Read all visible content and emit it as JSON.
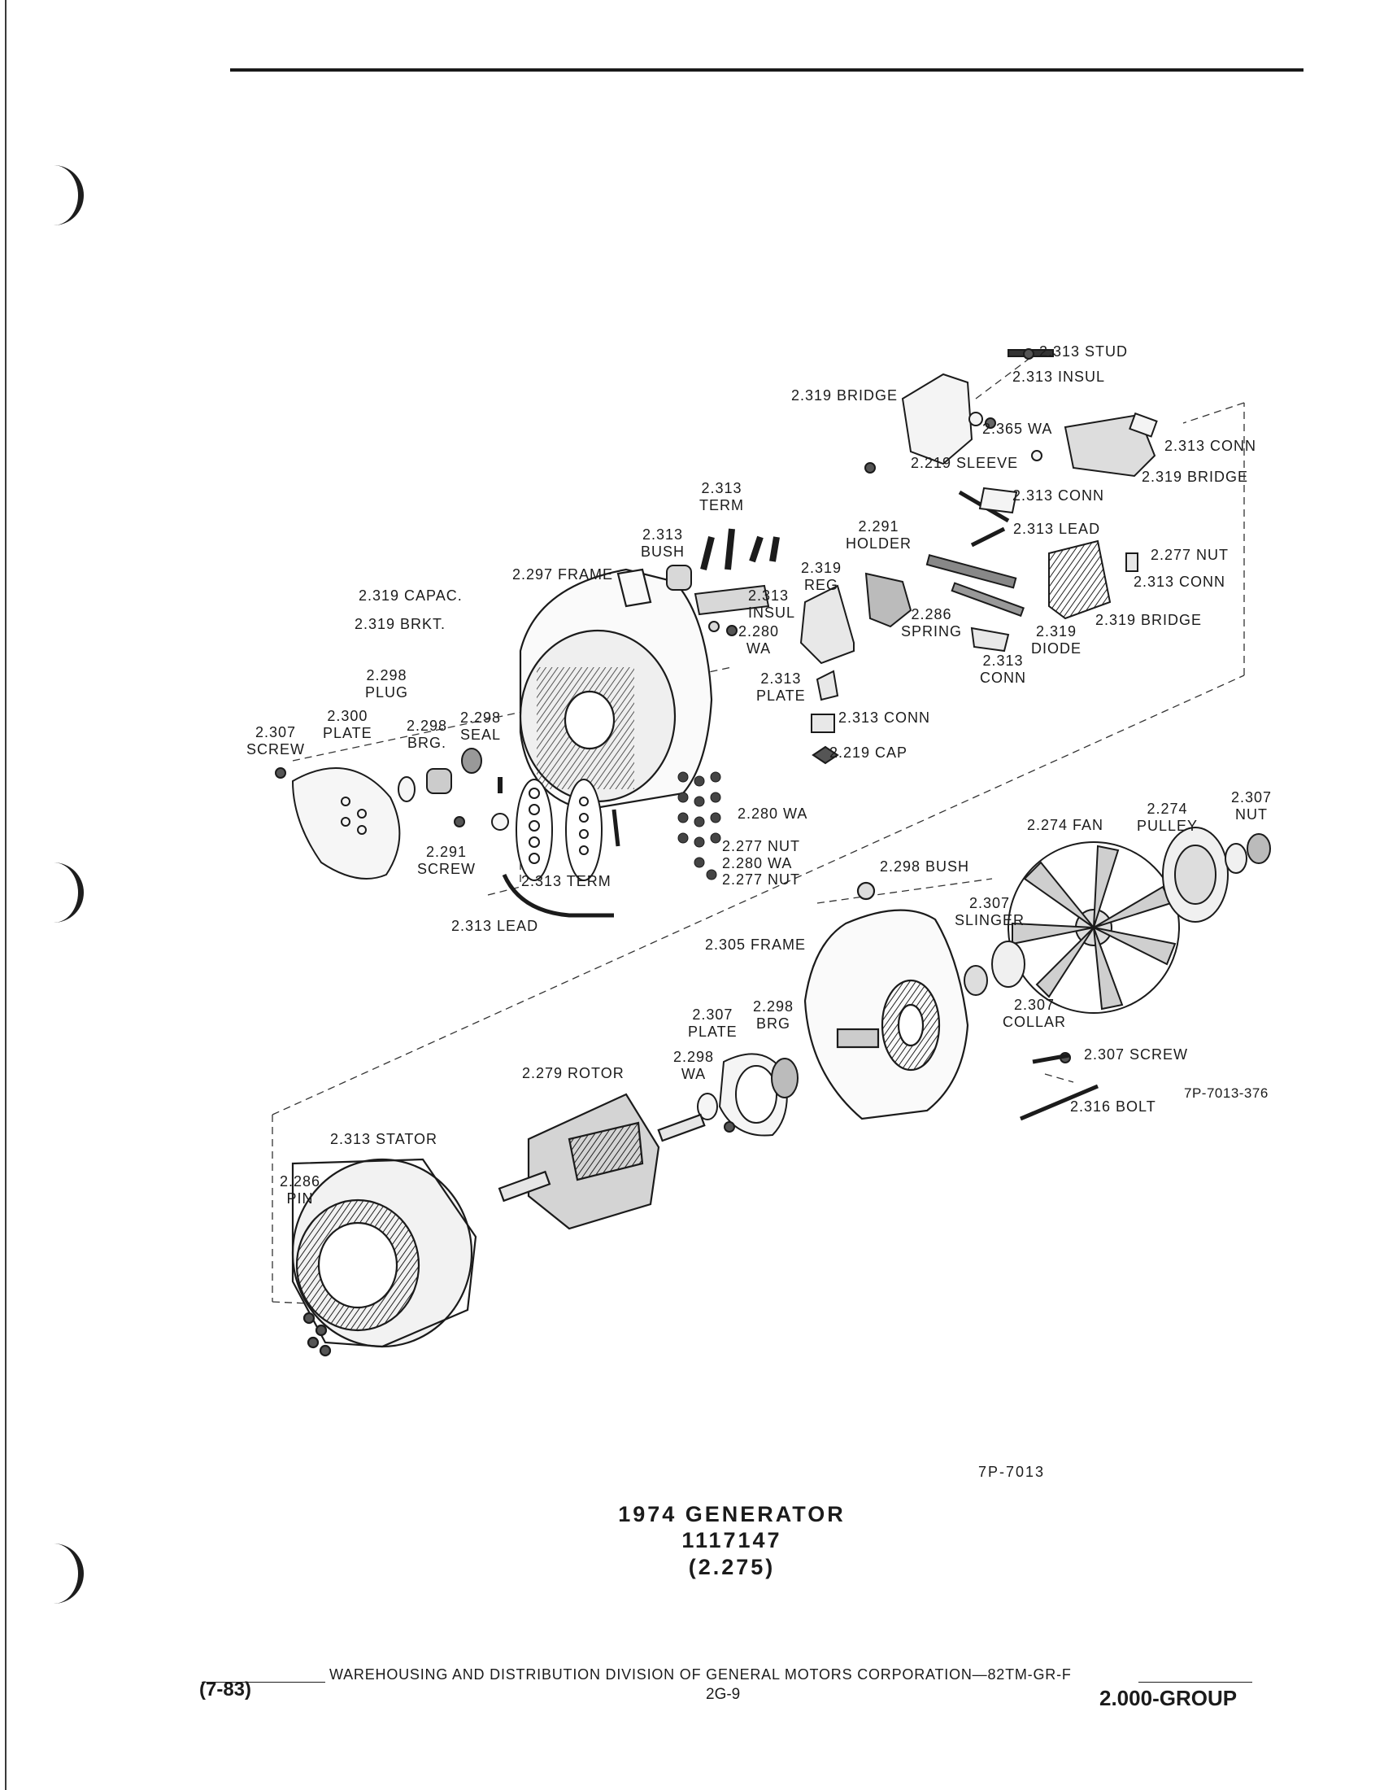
{
  "labels": {
    "stud_2313": "2.313 STUD",
    "insul_2313_top": "2.313 INSUL",
    "bridge_2319_top": "2.319 BRIDGE",
    "wa_2365": "2.365 WA",
    "conn_2313_right": "2.313 CONN",
    "sleeve_2219": "2.219 SLEEVE",
    "bridge_2319_right": "2.319 BRIDGE",
    "conn_2313_mid": "2.313 CONN",
    "term_2313_num": "2.313",
    "term_2313_word": "TERM",
    "holder_2291_num": "2.291",
    "holder_2291_word": "HOLDER",
    "lead_2313_top": "2.313 LEAD",
    "bush_2313_num": "2.313",
    "bush_2313_word": "BUSH",
    "nut_2277_top": "2.277 NUT",
    "frame_2297": "2.297 FRAME",
    "reg_2319_num": "2.319",
    "reg_2319_word": "REG",
    "conn_2313_far": "2.313 CONN",
    "capac_2319": "2.319 CAPAC.",
    "insul_2313_mid_num": "2.313",
    "insul_2313_mid_word": "INSUL",
    "bridge_2319_low": "2.319 BRIDGE",
    "wa_2280_top_num": "2.280",
    "wa_2280_top_word": "WA",
    "spring_2286_num": "2.286",
    "spring_2286_word": "SPRING",
    "brkt_2319": "2.319 BRKT.",
    "diode_2319_num": "2.319",
    "diode_2319_word": "DIODE",
    "conn_2313_diode_num": "2.313",
    "conn_2313_diode_word": "CONN",
    "plug_2298_num": "2.298",
    "plug_2298_word": "PLUG",
    "plate_2313_num": "2.313",
    "plate_2313_word": "PLATE",
    "conn_2313_lower": "2.313 CONN",
    "plate_2300_num": "2.300",
    "plate_2300_word": "PLATE",
    "screw_2307_num": "2.307",
    "screw_2307_word": "SCREW",
    "brg_2298_num": "2.298",
    "brg_2298_word": "BRG.",
    "seal_2298_num": "2.298",
    "seal_2298_word": "SEAL",
    "cap_2219": "2.219 CAP",
    "wa_2280_mid": "2.280 WA",
    "nut_2307_num": "2.307",
    "nut_2307_word": "NUT",
    "pulley_2274_num": "2.274",
    "pulley_2274_word": "PULLEY",
    "fan_2274": "2.274 FAN",
    "nut_2277_mid": "2.277 NUT",
    "wa_2280_low": "2.280 WA",
    "nut_2277_low": "2.277 NUT",
    "screw_2291_num": "2.291",
    "screw_2291_word": "SCREW",
    "term_2313_low": "2.313 TERM",
    "bush_2298": "2.298 BUSH",
    "slinger_2307_num": "2.307",
    "slinger_2307_word": "SLINGER",
    "lead_2313_low": "2.313 LEAD",
    "frame_2305": "2.305 FRAME",
    "collar_2307_num": "2.307",
    "collar_2307_word": "COLLAR",
    "plate_2307_num": "2.307",
    "plate_2307_word": "PLATE",
    "brg_2298_low_num": "2.298",
    "brg_2298_low_word": "BRG",
    "screw_2307_low": "2.307 SCREW",
    "wa_2298_num": "2.298",
    "wa_2298_word": "WA",
    "rotor_2279": "2.279 ROTOR",
    "bolt_2316": "2.316 BOLT",
    "stator_2313": "2.313 STATOR",
    "pin_2286_num": "2.286",
    "pin_2286_word": "PIN"
  },
  "drawing_number": "7P-7013-376",
  "part_ref": "7P-7013",
  "title": {
    "line1": "1974 GENERATOR",
    "line2": "1117147",
    "line3": "(2.275)"
  },
  "footer": {
    "left": "(7-83)",
    "center": "WAREHOUSING AND DISTRIBUTION  DIVISION OF GENERAL MOTORS CORPORATION—82TM-GR-F",
    "page": "2G-9",
    "right": "2.000-GROUP"
  }
}
